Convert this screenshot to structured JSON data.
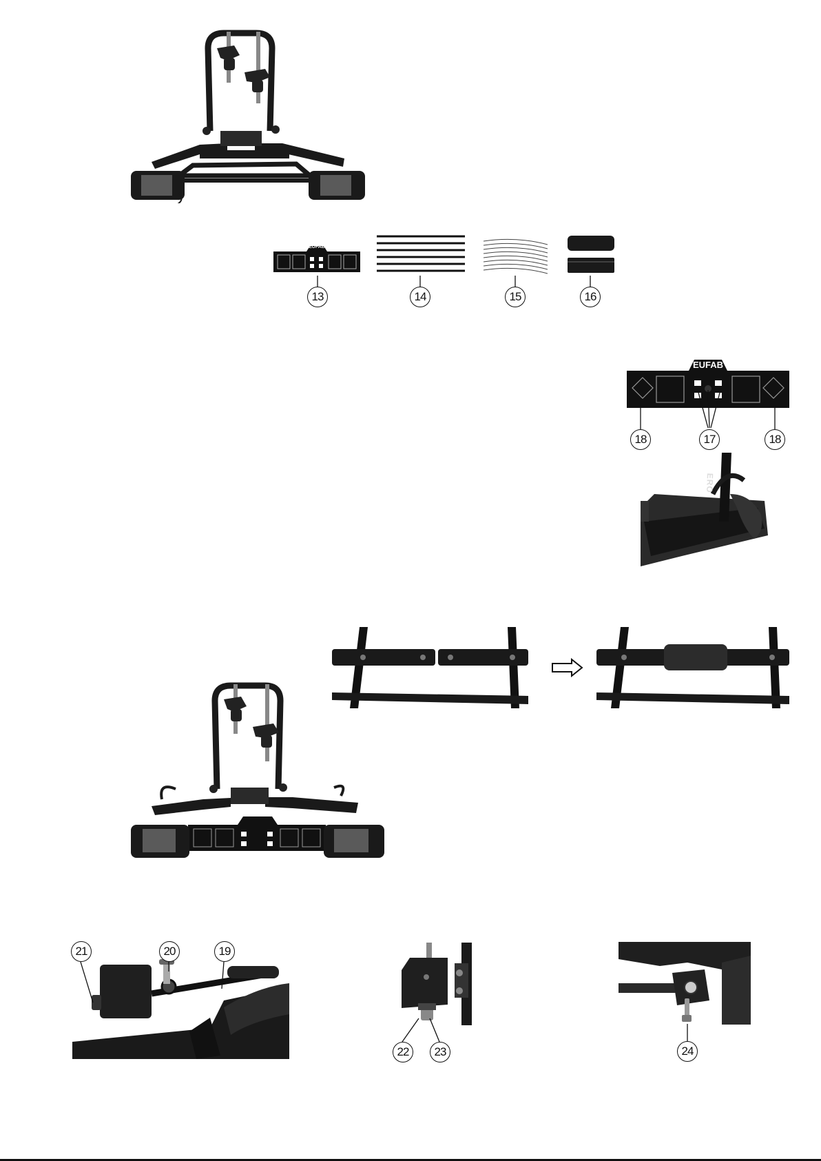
{
  "brand": {
    "name": "EUFAB",
    "strap_text": "ERO"
  },
  "parts": {
    "p13": "13",
    "p14": "14",
    "p15": "15",
    "p16": "16",
    "p17": "17",
    "p18": "18",
    "p19": "19",
    "p20": "20",
    "p21": "21",
    "p22": "22",
    "p23": "23",
    "p24": "24"
  },
  "icons": {
    "step_arrow": "right-arrow-icon"
  }
}
